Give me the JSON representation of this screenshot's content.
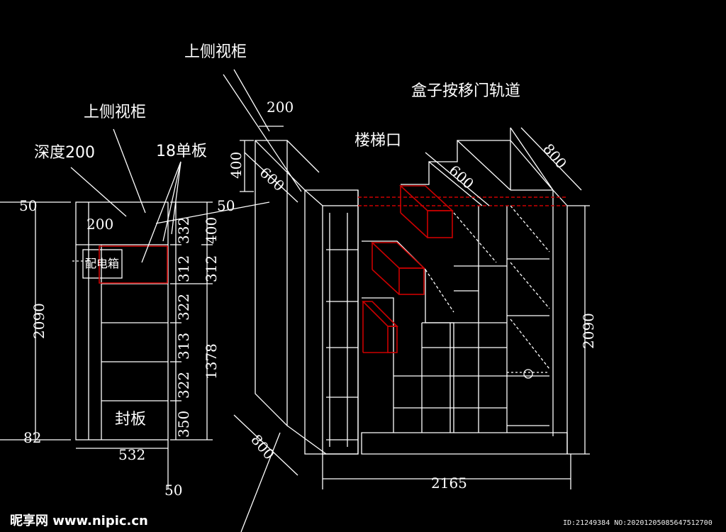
{
  "labels": {
    "upper_tv_cabinet_right": "上侧视柜",
    "upper_tv_cabinet_left": "上侧视柜",
    "depth_200": "深度200",
    "single_board_18": "18单板",
    "box_sliding_door_track": "盒子按移门轨道",
    "stair_opening": "楼梯口",
    "distribution_box": "配电箱",
    "seal_board": "封板",
    "inner_200": "200"
  },
  "dimensions": {
    "left_50_top": "50",
    "left_2090": "2090",
    "left_82": "82",
    "width_532": "532",
    "bottom_50": "50",
    "chain_332": "332",
    "chain_312": "312",
    "chain_322_a": "322",
    "chain_313": "313",
    "chain_322_b": "322",
    "chain_350": "350",
    "chain_400": "400",
    "chain_312_b": "312",
    "chain_1378": "1378",
    "mid_50": "50",
    "top_200": "200",
    "side_400": "400",
    "side_600": "600",
    "step_600": "600",
    "right_800": "800",
    "right_2090": "2090",
    "bottom_2165": "2165",
    "diag_800": "800"
  },
  "watermark": {
    "site": "昵享网 www.nipic.cn",
    "id_line": "ID:21249384 NO:20201205085647512700"
  },
  "colors": {
    "background": "#000000",
    "line": "#ffffff",
    "highlight": "#cc0000"
  }
}
